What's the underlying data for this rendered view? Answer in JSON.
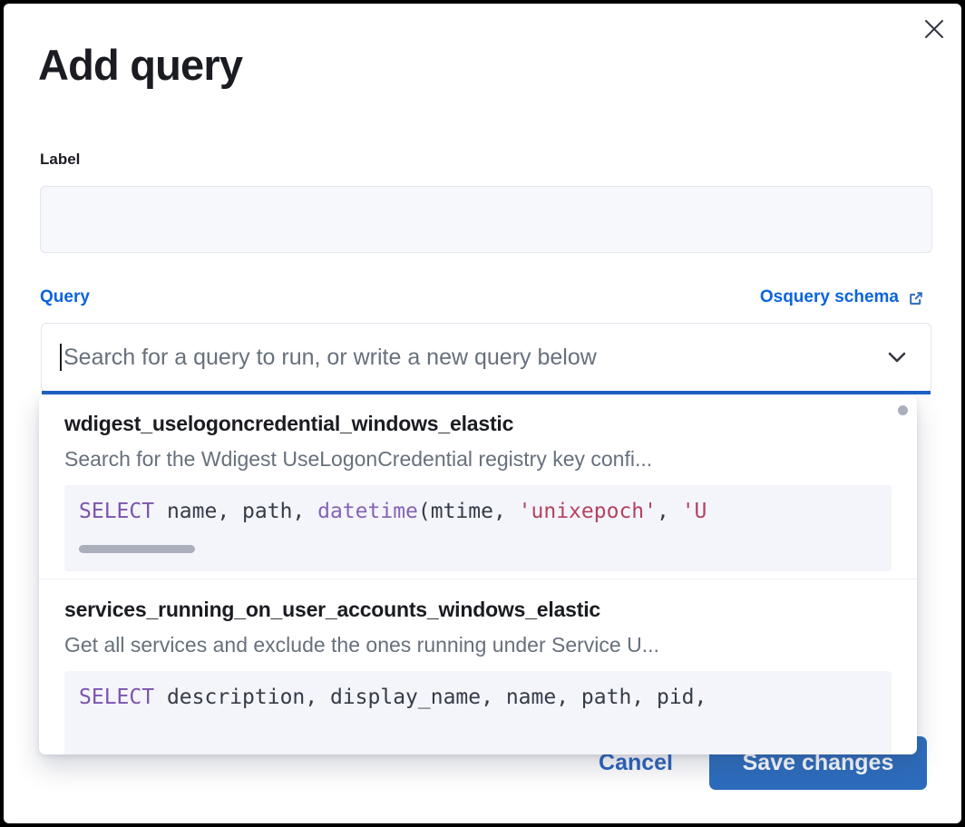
{
  "modal": {
    "title": "Add query",
    "close_icon": "close-icon"
  },
  "label_field": {
    "label": "Label",
    "value": "",
    "placeholder": ""
  },
  "query_section": {
    "label": "Query",
    "schema_link_text": "Osquery schema",
    "schema_link_icon": "external-link-icon",
    "combobox": {
      "value": "",
      "placeholder": "Search for a query to run, or write a new query below",
      "chevron_icon": "chevron-down-icon"
    }
  },
  "dropdown": {
    "items": [
      {
        "title": "wdigest_uselogoncredential_windows_elastic",
        "description": "Search for the Wdigest UseLogonCredential registry key confi...",
        "code_tokens": [
          {
            "t": "SELECT",
            "c": "kw"
          },
          {
            "t": " name, path, ",
            "c": ""
          },
          {
            "t": "datetime",
            "c": "fn"
          },
          {
            "t": "(mtime, ",
            "c": ""
          },
          {
            "t": "'unixepoch'",
            "c": "str"
          },
          {
            "t": ", ",
            "c": ""
          },
          {
            "t": "'U",
            "c": "str"
          }
        ],
        "has_code_scrollbar": true
      },
      {
        "title": "services_running_on_user_accounts_windows_elastic",
        "description": "Get all services and exclude the ones running under Service U...",
        "code_tokens": [
          {
            "t": "SELECT",
            "c": "kw"
          },
          {
            "t": " description, display_name, name, path, pid,",
            "c": ""
          }
        ],
        "has_code_scrollbar": false
      }
    ]
  },
  "footer": {
    "cancel_label": "Cancel",
    "save_label": "Save changes"
  },
  "colors": {
    "accent_blue": "#0b64dd",
    "primary_button": "#2c6cbd",
    "focus_underline": "#1f62c4",
    "sql_keyword": "#7b54ae",
    "sql_string": "#b3425f",
    "muted_text": "#67707c"
  }
}
